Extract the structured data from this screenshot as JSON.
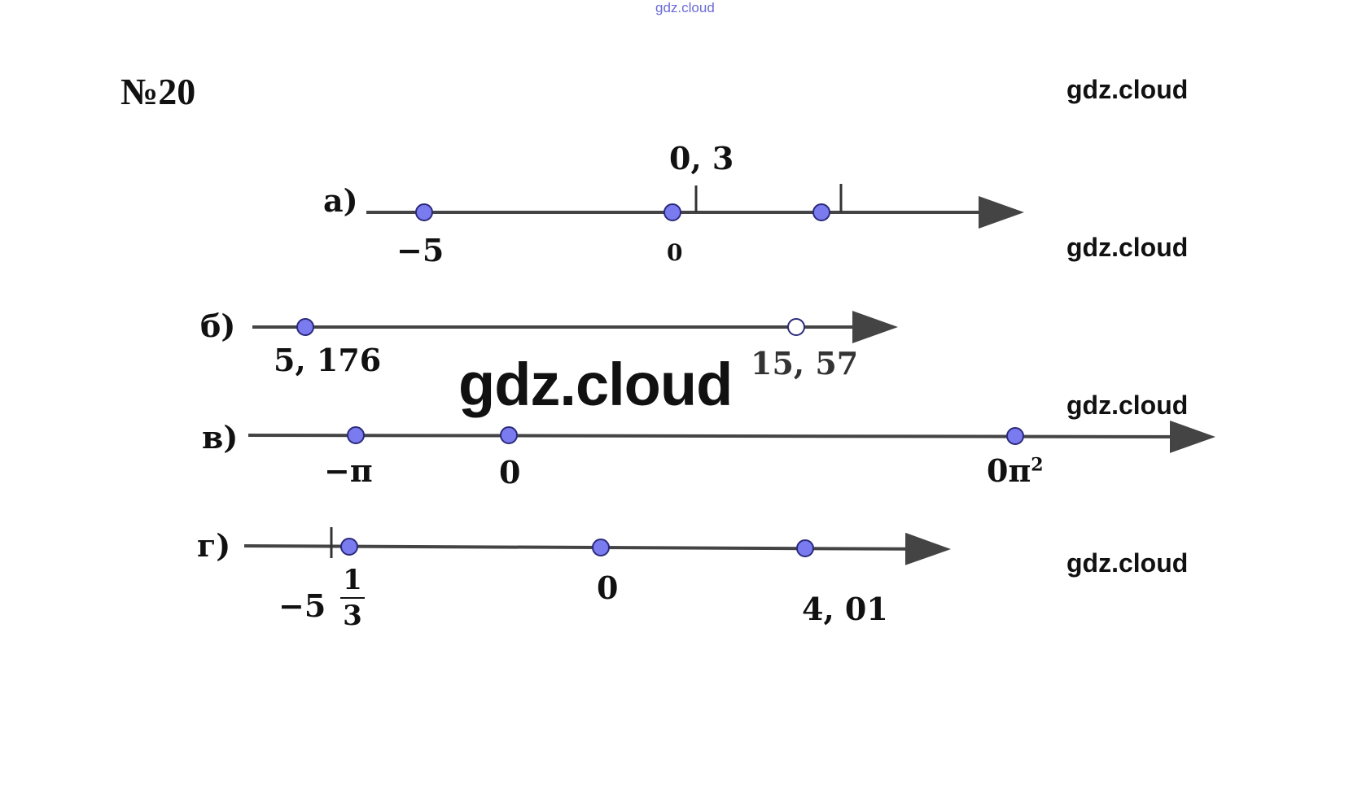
{
  "watermarks": {
    "top": "gdz.cloud",
    "side": [
      "gdz.cloud",
      "gdz.cloud",
      "gdz.cloud",
      "gdz.cloud"
    ],
    "center": "gdz.cloud"
  },
  "task": {
    "title": "№20"
  },
  "rows": {
    "a": {
      "label": "а)",
      "tick_top": "0, 3",
      "points": [
        "−5",
        "0"
      ]
    },
    "b": {
      "label": "б)",
      "points": [
        "5, 176",
        "15, 57"
      ]
    },
    "v": {
      "label": "в)",
      "points": [
        "−π",
        "0",
        "0π",
        "2"
      ]
    },
    "g": {
      "label": "г)",
      "mixed_whole": "−5",
      "frac_num": "1",
      "frac_den": "3",
      "points": [
        "0",
        "4, 01"
      ]
    }
  },
  "colors": {
    "point_fill": "#7b7bf0",
    "point_stroke": "#2a2a7a",
    "line": "#444444"
  }
}
